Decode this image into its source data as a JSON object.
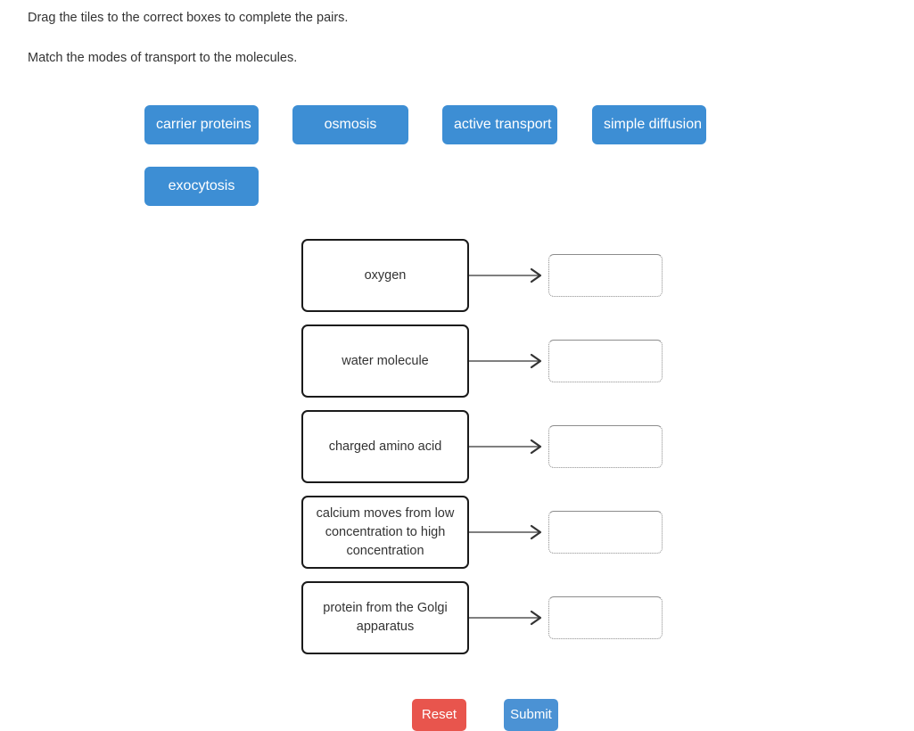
{
  "instructions": {
    "line1": "Drag the tiles to the correct boxes to complete the pairs.",
    "line2": "Match the modes of transport to the molecules."
  },
  "tiles": [
    {
      "label": "carrier proteins"
    },
    {
      "label": "osmosis"
    },
    {
      "label": "active transport"
    },
    {
      "label": "simple diffusion"
    },
    {
      "label": "exocytosis"
    }
  ],
  "pairs": [
    {
      "prompt": "oxygen",
      "answer": ""
    },
    {
      "prompt": "water molecule",
      "answer": ""
    },
    {
      "prompt": "charged amino acid",
      "answer": ""
    },
    {
      "prompt": "calcium moves from low concentration to high concentration",
      "answer": ""
    },
    {
      "prompt": "protein from the Golgi apparatus",
      "answer": ""
    }
  ],
  "actions": {
    "reset_label": "Reset",
    "submit_label": "Submit"
  },
  "colors": {
    "tile": "#3d8ed4",
    "reset": "#e8554d",
    "submit": "#4b92d4",
    "prompt_border": "#1a1a1a",
    "drop_border": "#8c8c8c",
    "text": "#333333"
  },
  "icons": {
    "arrow": "arrow-right-icon"
  }
}
